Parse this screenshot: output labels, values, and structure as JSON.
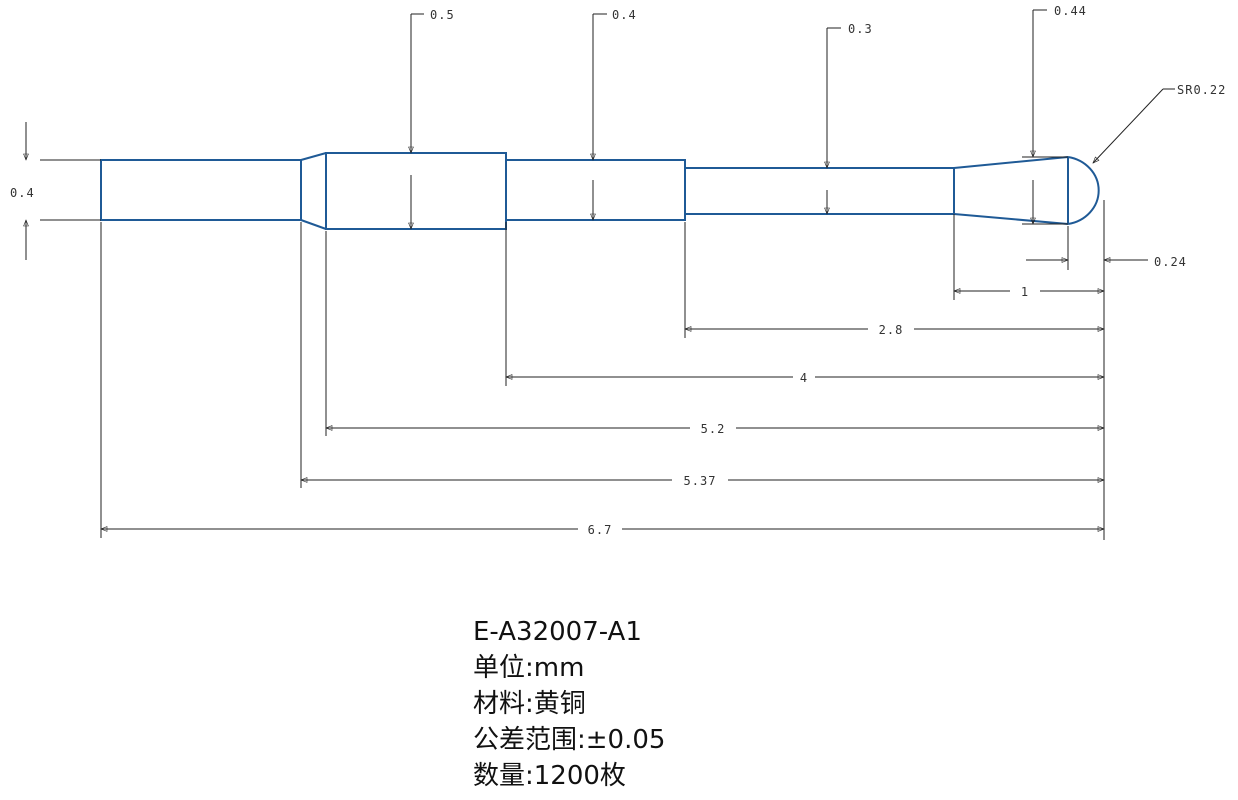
{
  "drawing": {
    "part_color": "#1f5a96",
    "line_color": "#222222",
    "diameters": {
      "left_shank": "0.4",
      "collar": "0.5",
      "middle": "0.4",
      "neck": "0.3",
      "tip_cone": "0.44"
    },
    "tip_radius": "SR0.22",
    "tip_length": "0.24",
    "lengths": {
      "cone": "1",
      "neck_from_tip": "2.8",
      "middle_from_tip": "4",
      "collar_from_tip": "5.2",
      "chamfer_from_tip": "5.37",
      "overall": "6.7"
    }
  },
  "info": {
    "part_number": "E-A32007-A1",
    "unit": "单位:mm",
    "material": "材料:黄铜",
    "tolerance": "公差范围:±0.05",
    "quantity": "数量:1200枚"
  }
}
